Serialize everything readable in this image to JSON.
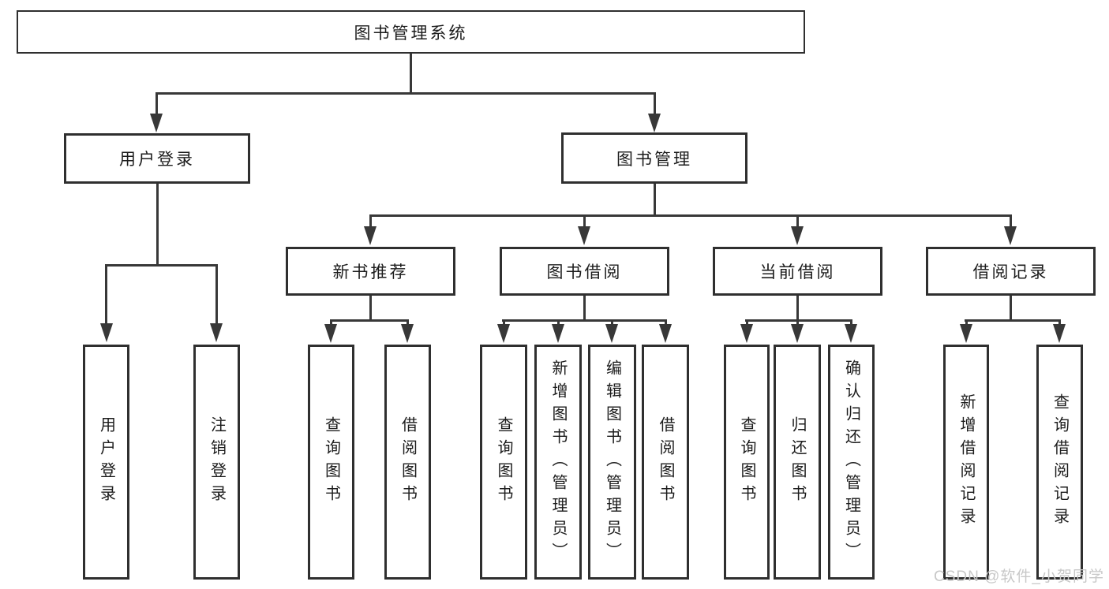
{
  "tree": {
    "root": {
      "label": "图书管理系统"
    },
    "branches": [
      {
        "label": "用户登录",
        "children": [
          {
            "label": "用户登录"
          },
          {
            "label": "注销登录"
          }
        ]
      },
      {
        "label": "图书管理",
        "children": [
          {
            "label": "新书推荐",
            "children": [
              {
                "label": "查询图书"
              },
              {
                "label": "借阅图书"
              }
            ]
          },
          {
            "label": "图书借阅",
            "children": [
              {
                "label": "查询图书"
              },
              {
                "label": "新增图书（管理员）"
              },
              {
                "label": "编辑图书（管理员）"
              },
              {
                "label": "借阅图书"
              }
            ]
          },
          {
            "label": "当前借阅",
            "children": [
              {
                "label": "查询图书"
              },
              {
                "label": "归还图书"
              },
              {
                "label": "确认归还（管理员）"
              }
            ]
          },
          {
            "label": "借阅记录",
            "children": [
              {
                "label": "新增借阅记录"
              },
              {
                "label": "查询借阅记录"
              }
            ]
          }
        ]
      }
    ]
  },
  "watermark": {
    "text": "CSDN @软件_小贺同学",
    "color": "#c8c8c8"
  },
  "colors": {
    "line": "#383838",
    "border": "#2f2f2f",
    "text": "#1c1c1c",
    "background": "#ffffff"
  }
}
